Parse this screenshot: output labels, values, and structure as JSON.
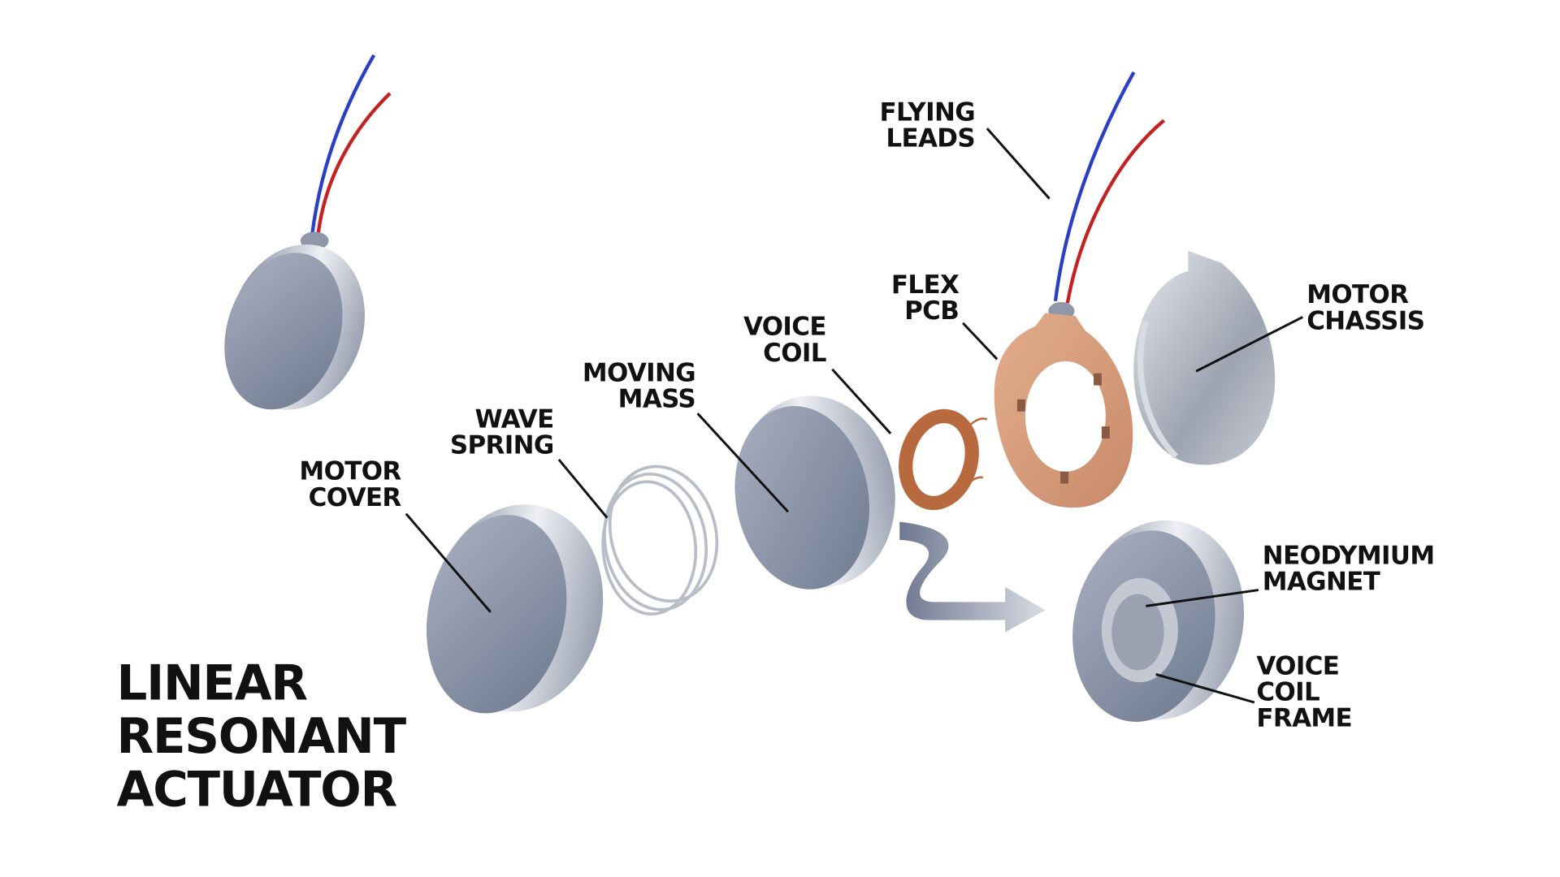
{
  "title": {
    "lines": [
      "LINEAR",
      "RESONANT",
      "ACTUATOR"
    ]
  },
  "labels": {
    "flying_leads": [
      "FLYING",
      "LEADS"
    ],
    "flex_pcb": [
      "FLEX",
      "PCB"
    ],
    "motor_chassis": [
      "MOTOR",
      "CHASSIS"
    ],
    "voice_coil": [
      "VOICE",
      "COIL"
    ],
    "moving_mass": [
      "MOVING",
      "MASS"
    ],
    "wave_spring": [
      "WAVE",
      "SPRING"
    ],
    "motor_cover": [
      "MOTOR",
      "COVER"
    ],
    "neodymium_magnet": [
      "NEODYMIUM",
      "MAGNET"
    ],
    "voice_coil_frame": [
      "VOICE",
      "COIL",
      "FRAME"
    ]
  },
  "colors": {
    "background": "#ffffff",
    "text": "#111111",
    "metal": "#8a94a8",
    "metal_light": "#c9cdd6",
    "copper": "#d49a78",
    "wire_blue": "#2a3fc4",
    "wire_red": "#c42222"
  }
}
